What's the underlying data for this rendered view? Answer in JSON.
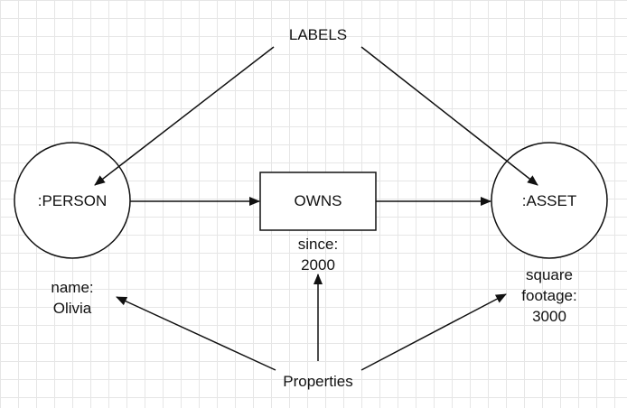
{
  "diagram": {
    "labels_caption": "LABELS",
    "properties_caption": "Properties",
    "person_node": ":PERSON",
    "asset_node": ":ASSET",
    "relationship": "OWNS",
    "relationship_props": [
      "since:",
      "2000"
    ],
    "person_props": [
      "name:",
      "Olivia"
    ],
    "asset_props": [
      "square",
      "footage:",
      "3000"
    ]
  },
  "colors": {
    "stroke": "#111111",
    "grid": "#e6e6e6",
    "background": "#ffffff"
  }
}
